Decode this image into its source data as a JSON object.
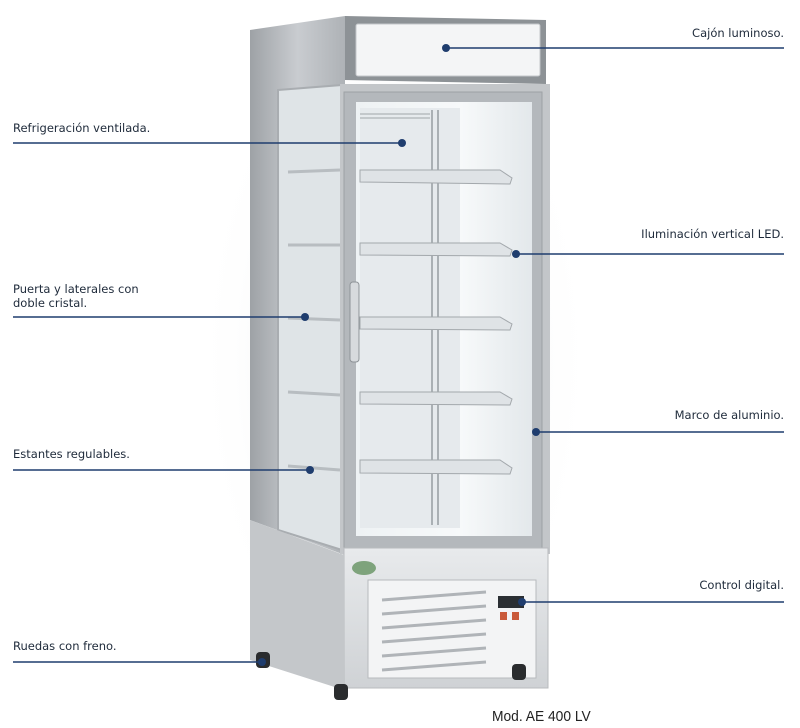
{
  "colors": {
    "leader_line": "#1f3d6e",
    "leader_dot": "#1f3d6e",
    "text": "#1e2a3a",
    "frame": "#b9bcc0",
    "glass": "#e9eef1",
    "shelf": "#d8dcdf"
  },
  "callouts": [
    {
      "id": "cajon",
      "text": "Cajón luminoso."
    },
    {
      "id": "refrigeracion",
      "text": "Refrigeración ventilada."
    },
    {
      "id": "iluminacion",
      "text": "Iluminación vertical LED."
    },
    {
      "id": "puerta",
      "line1": "Puerta y laterales con",
      "line2": "doble cristal."
    },
    {
      "id": "marco",
      "text": "Marco de aluminio."
    },
    {
      "id": "estantes",
      "text": "Estantes regulables."
    },
    {
      "id": "control",
      "text": "Control digital."
    },
    {
      "id": "ruedas",
      "text": "Ruedas con freno."
    }
  ],
  "model_label": "Mod. AE 400 LV"
}
